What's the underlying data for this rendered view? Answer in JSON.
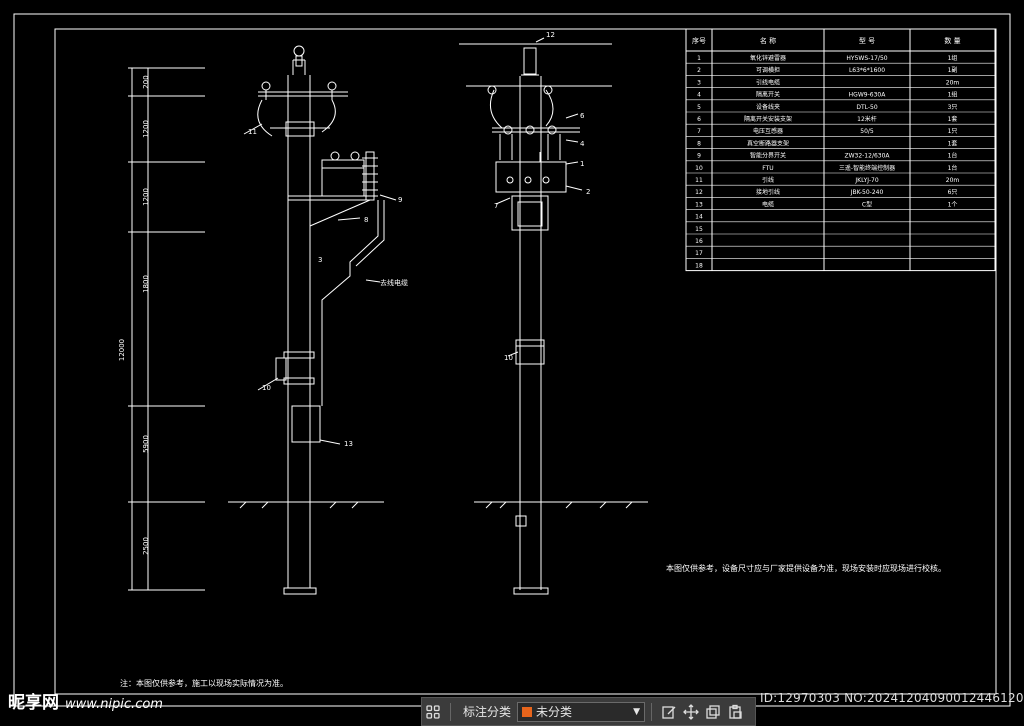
{
  "table": {
    "headers": [
      "序号",
      "名 称",
      "型 号",
      "数 量"
    ],
    "rows": [
      [
        "1",
        "氧化锌避雷器",
        "HY5WS-17/50",
        "1组"
      ],
      [
        "2",
        "可调横担",
        "L63*6*1600",
        "1副"
      ],
      [
        "3",
        "引线电缆",
        "",
        "20m"
      ],
      [
        "4",
        "隔离开关",
        "HGW9-630A",
        "1组"
      ],
      [
        "5",
        "设备线夹",
        "DTL-50",
        "3只"
      ],
      [
        "6",
        "隔离开关安装支架",
        "12米杆",
        "1套"
      ],
      [
        "7",
        "电压互感器",
        "50/5",
        "1只"
      ],
      [
        "8",
        "真空断路器支架",
        "",
        "1套"
      ],
      [
        "9",
        "智能分界开关",
        "ZW32-12/630A",
        "1台"
      ],
      [
        "10",
        "FTU",
        "三遥-智能终端控制器",
        "1台"
      ],
      [
        "11",
        "引线",
        "JKLYJ-70",
        "20m"
      ],
      [
        "12",
        "接地引线",
        "JBK-50-240",
        "6只"
      ],
      [
        "13",
        "电缆",
        "C型",
        "1个"
      ],
      [
        "14",
        "",
        "",
        ""
      ],
      [
        "15",
        "",
        "",
        ""
      ],
      [
        "16",
        "",
        "",
        ""
      ],
      [
        "17",
        "",
        "",
        ""
      ],
      [
        "18",
        "",
        "",
        ""
      ]
    ]
  },
  "dimensions": [
    "200",
    "1200",
    "1200",
    "1800",
    "5900",
    "2500",
    "12000"
  ],
  "labels": {
    "left": [
      "11",
      "9",
      "8",
      "3",
      "10",
      "13"
    ],
    "cable_text": "去线电缆",
    "right": [
      "12",
      "6",
      "4",
      "1",
      "2",
      "7",
      "10"
    ]
  },
  "notes": {
    "main": "本图仅供参考，设备尺寸应与厂家提供设备为准，现场安装时应现场进行校核。",
    "bottom": "注：本图仅供参考，施工以现场实际情况为准。"
  },
  "toolbar": {
    "label": "标注分类",
    "selected": "未分类",
    "icons": [
      "grid-icon",
      "edit-icon",
      "move-icon",
      "copy-icon",
      "paste-icon"
    ]
  },
  "watermark": {
    "brand": "昵享网",
    "url": "www.nipic.com"
  },
  "id_text": "ID:12970303 NO:20241204090012446120",
  "colors": {
    "background": "#000000",
    "line": "#ffffff",
    "swatch": "#e8651c"
  }
}
